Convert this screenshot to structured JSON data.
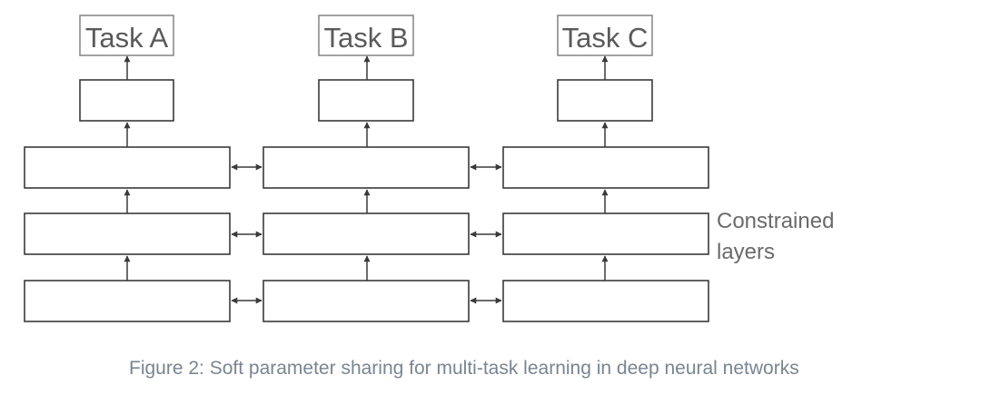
{
  "tasks": [
    {
      "label": "Task A"
    },
    {
      "label": "Task B"
    },
    {
      "label": "Task C"
    }
  ],
  "side_label": {
    "line1": "Constrained",
    "line2": "layers"
  },
  "caption": "Figure 2: Soft parameter sharing for multi-task learning in deep neural networks"
}
